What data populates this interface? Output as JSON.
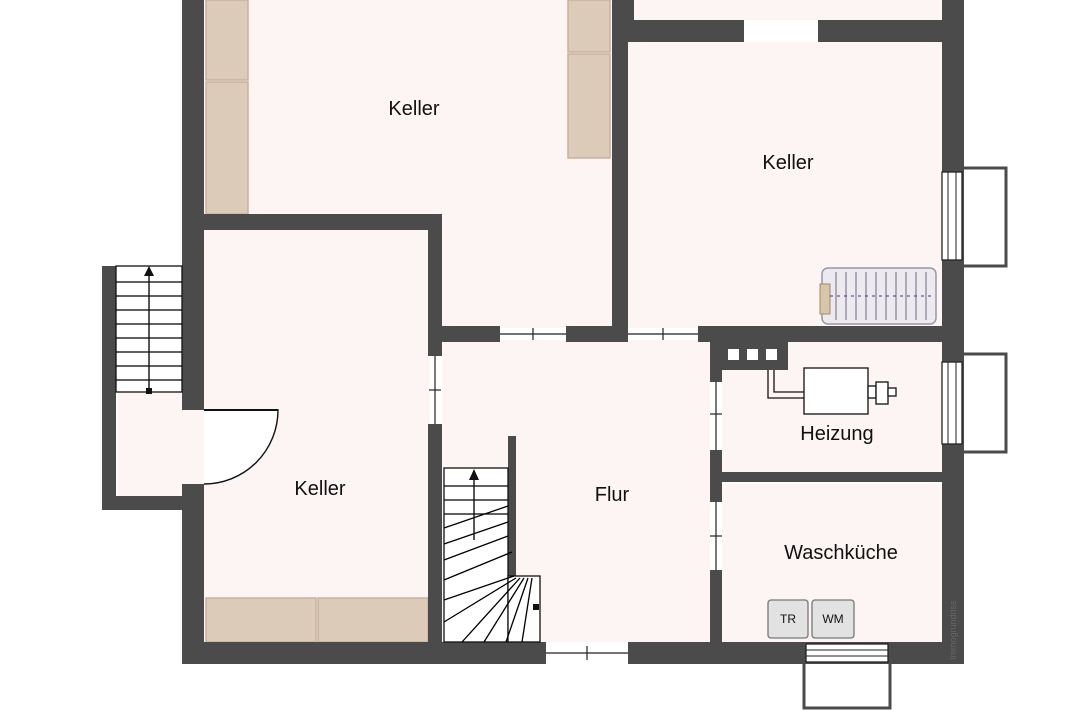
{
  "rooms": {
    "keller_top_left": "Keller",
    "keller_top_right": "Keller",
    "keller_bottom_left": "Keller",
    "flur": "Flur",
    "heizung": "Heizung",
    "waschkueche": "Waschküche"
  },
  "appliances": {
    "dryer": "TR",
    "washer": "WM"
  },
  "watermark": "Immogrundriss",
  "colors": {
    "wall": "#4b4b4b",
    "floor": "#fdf4f4",
    "cabinet": "#dccbb8"
  }
}
